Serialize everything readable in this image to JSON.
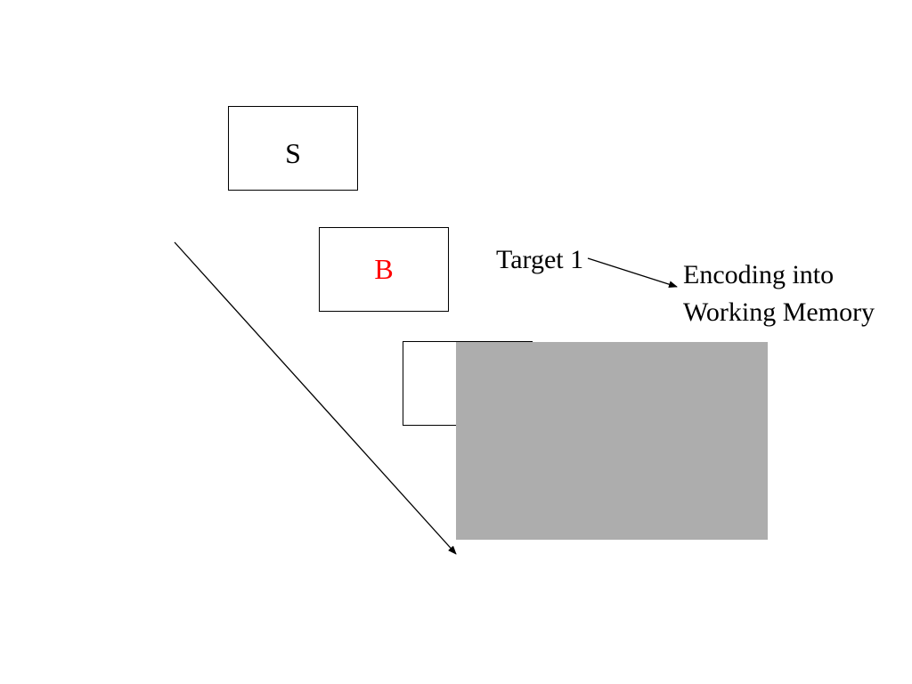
{
  "frames": [
    {
      "letter": "S",
      "color": "#000000"
    },
    {
      "letter": "B",
      "color": "#ff0000"
    },
    {
      "letter": "",
      "color": "#000000"
    }
  ],
  "labels": {
    "target": "Target 1",
    "encoding_line1": "Encoding into",
    "encoding_line2": "Working Memory"
  },
  "colors": {
    "occluder": "#adadad",
    "line": "#000000"
  }
}
